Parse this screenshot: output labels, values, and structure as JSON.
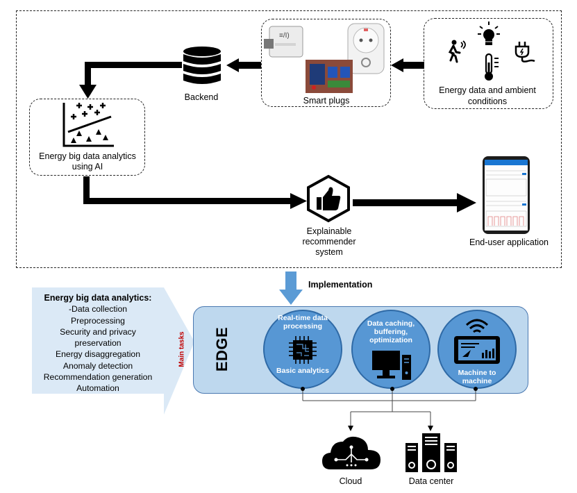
{
  "colors": {
    "accent_blue": "#5797d4",
    "edge_panel": "#bed8ee",
    "tasks_panel": "#dbe9f6",
    "main_tasks_label": "#c00000",
    "arrow_blue": "#5b9bd5"
  },
  "nodes": {
    "ambient": "Energy data and ambient conditions",
    "smart_plugs": "Smart plugs",
    "backend": "Backend",
    "analytics": "Energy big data analytics using AI",
    "recommender": "Explainable recommender system",
    "end_user_app": "End-user application"
  },
  "implementation": "Implementation",
  "tasks": {
    "title": "Energy big data analytics:",
    "items": [
      "-Data collection",
      "Preprocessing",
      "Security and privacy",
      "preservation",
      "Energy disaggregation",
      "Anomaly detection",
      "Recommendation generation",
      "Automation"
    ],
    "main_tasks_label": "Main tasks"
  },
  "edge": {
    "title": "EDGE",
    "realtime_top": "Real-time data processing",
    "realtime_bottom": "Basic analytics",
    "caching": "Data caching, buffering, optimization",
    "m2m": "Machine to machine"
  },
  "targets": {
    "cloud": "Cloud",
    "datacenter": "Data center"
  },
  "icons": {
    "ambient": [
      "motion-sensor-icon",
      "light-bulb-icon",
      "thermometer-icon",
      "power-plug-icon"
    ],
    "backend": "database-icon",
    "analytics": "scatter-plot-icon",
    "recommender": "thumbs-up-icon",
    "app": "smartphone-icon",
    "edge": [
      "microchip-icon",
      "desktop-computer-icon",
      "tablet-wifi-icon"
    ],
    "cloud": "cloud-icon",
    "datacenter": "server-rack-icon"
  }
}
